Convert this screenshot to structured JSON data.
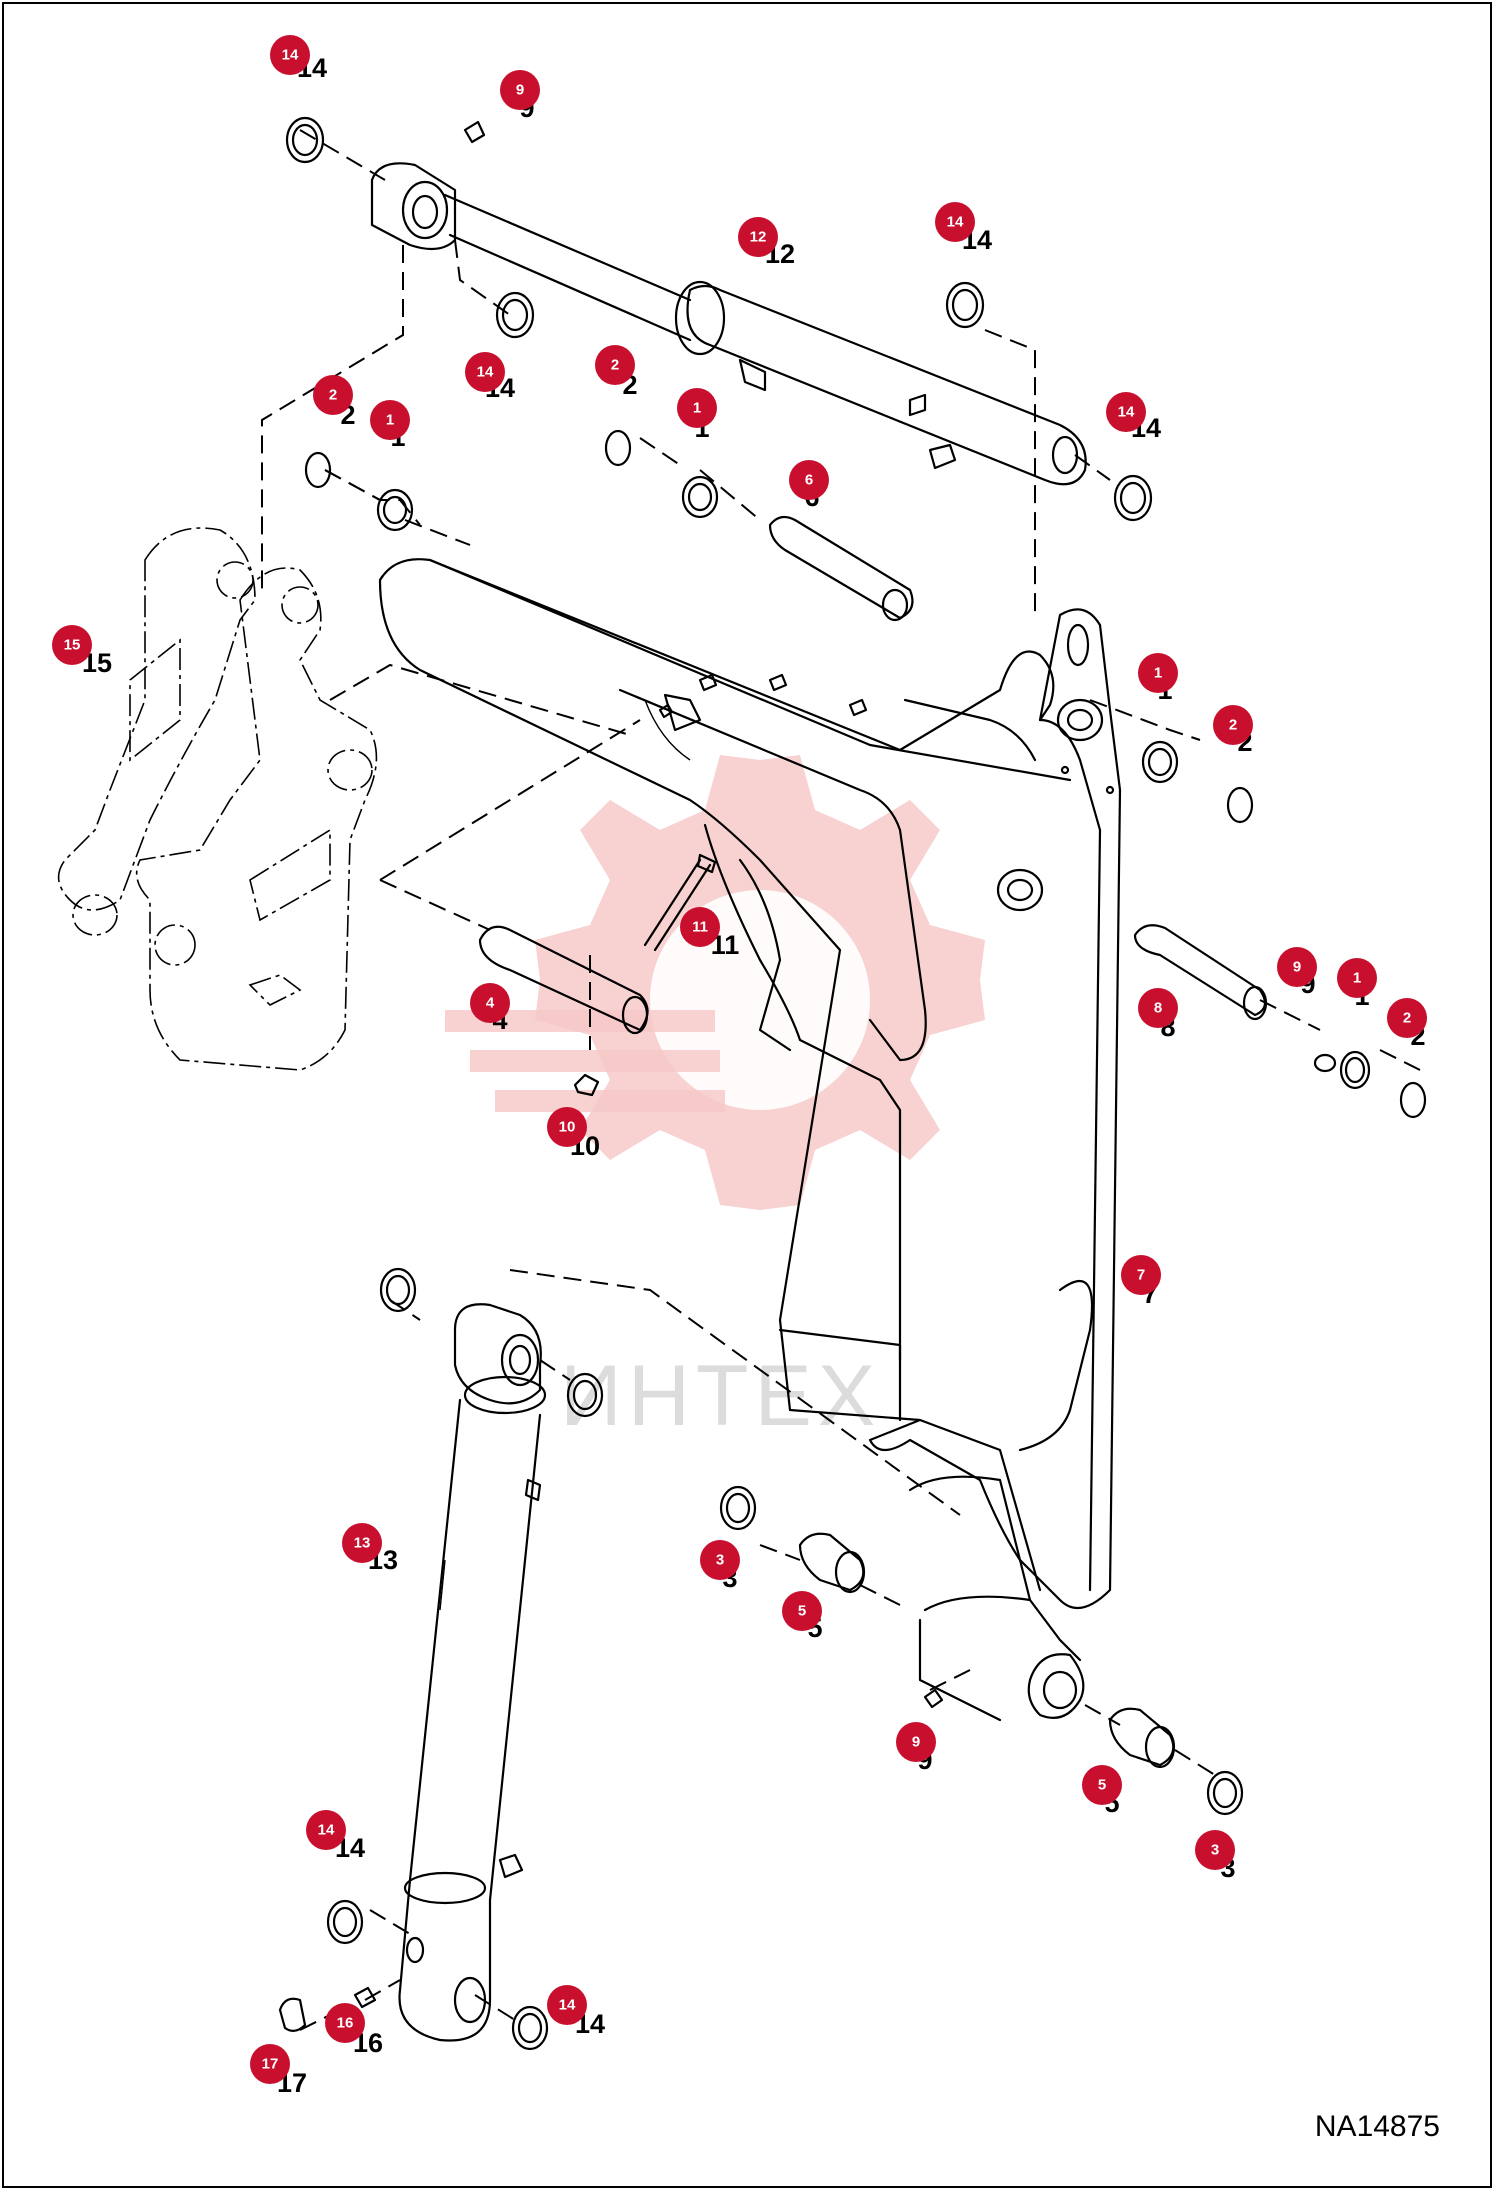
{
  "drawing_ref": "NA14875",
  "watermark": "ИНТЕХ",
  "callouts": [
    {
      "num": "14"
    },
    {
      "num": "9"
    },
    {
      "num": "12"
    },
    {
      "num": "14"
    },
    {
      "num": "14"
    },
    {
      "num": "14"
    },
    {
      "num": "2"
    },
    {
      "num": "1"
    },
    {
      "num": "2"
    },
    {
      "num": "1"
    },
    {
      "num": "6"
    },
    {
      "num": "15"
    },
    {
      "num": "1"
    },
    {
      "num": "2"
    },
    {
      "num": "11"
    },
    {
      "num": "9"
    },
    {
      "num": "1"
    },
    {
      "num": "4"
    },
    {
      "num": "8"
    },
    {
      "num": "2"
    },
    {
      "num": "10"
    },
    {
      "num": "7"
    },
    {
      "num": "13"
    },
    {
      "num": "3"
    },
    {
      "num": "5"
    },
    {
      "num": "9"
    },
    {
      "num": "5"
    },
    {
      "num": "14"
    },
    {
      "num": "3"
    },
    {
      "num": "14"
    },
    {
      "num": "16"
    },
    {
      "num": "17"
    }
  ]
}
